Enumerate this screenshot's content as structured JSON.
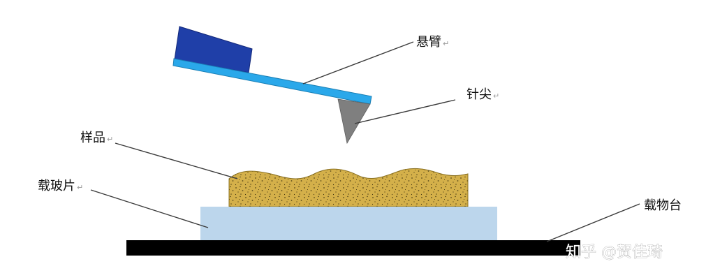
{
  "labels": {
    "cantilever": "悬臂",
    "tip": "针尖",
    "sample": "样品",
    "slide": "载玻片",
    "stage": "载物台"
  },
  "return_mark": "↵",
  "watermark": "知乎 @贺佳琦",
  "colors": {
    "chip": "#1f3fa8",
    "beam": "#2aa8ea",
    "tip": "#7f7f7f",
    "sample": "#d4b04a",
    "slide": "#bcd6ec",
    "stage": "#000000"
  }
}
